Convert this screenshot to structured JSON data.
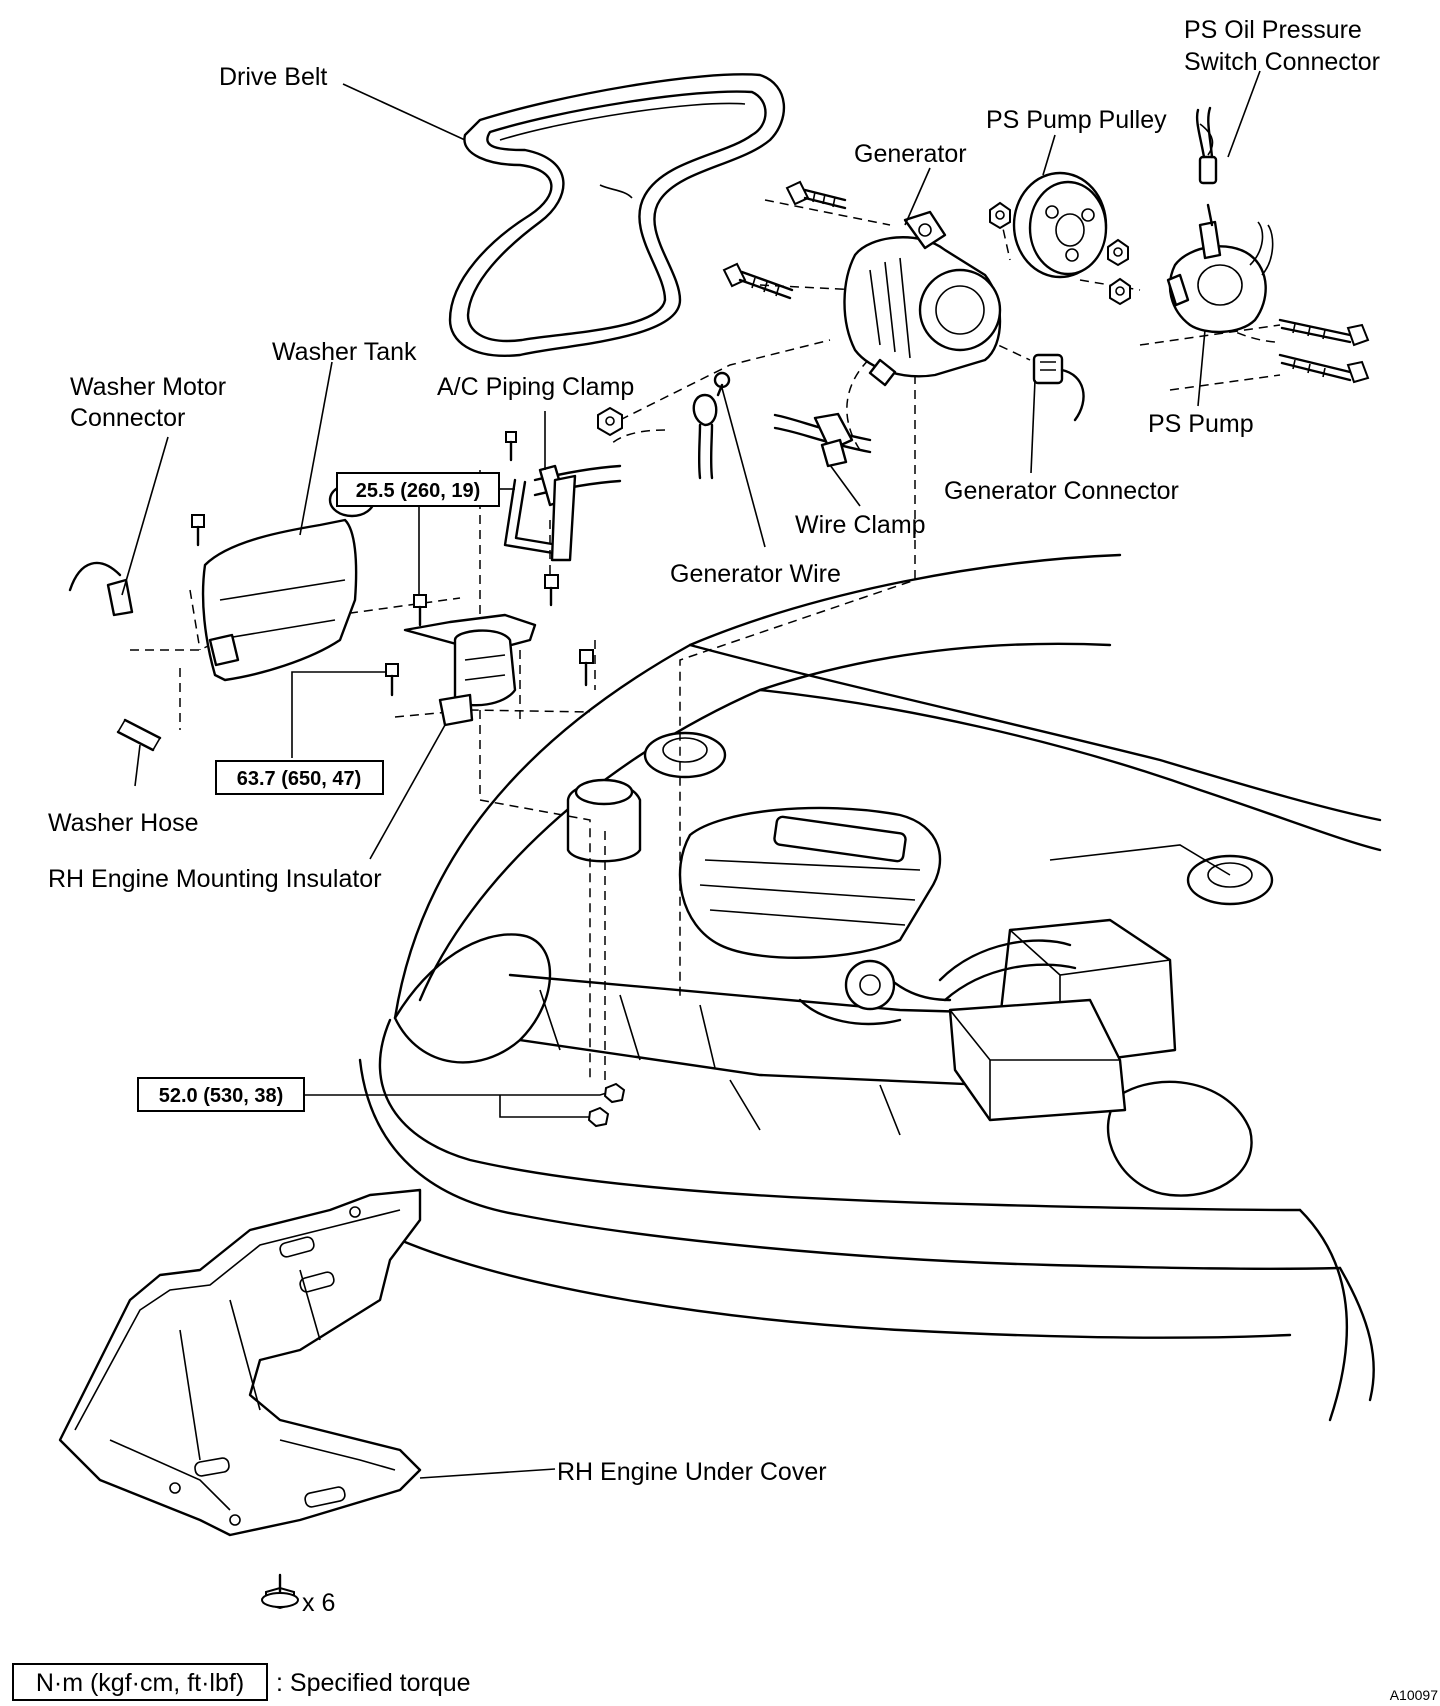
{
  "labels": {
    "drive_belt": "Drive Belt",
    "ps_oil_pressure_line1": "PS Oil Pressure",
    "ps_oil_pressure_line2": "Switch Connector",
    "ps_pump_pulley": "PS Pump Pulley",
    "generator": "Generator",
    "washer_tank": "Washer Tank",
    "washer_motor_line1": "Washer Motor",
    "washer_motor_line2": "Connector",
    "ac_piping_clamp": "A/C Piping Clamp",
    "ps_pump": "PS Pump",
    "generator_connector": "Generator Connector",
    "wire_clamp": "Wire Clamp",
    "generator_wire": "Generator Wire",
    "washer_hose": "Washer Hose",
    "rh_engine_mounting_insulator": "RH Engine Mounting Insulator",
    "rh_engine_under_cover": "RH Engine Under Cover",
    "bolt_count": "x 6"
  },
  "torques": {
    "t1": "25.5 (260, 19)",
    "t2": "63.7 (650, 47)",
    "t3": "52.0 (530, 38)"
  },
  "legend": {
    "unit_box": "N·m (kgf·cm, ft·lbf)",
    "description": ": Specified torque"
  },
  "figure_code": "A10097"
}
